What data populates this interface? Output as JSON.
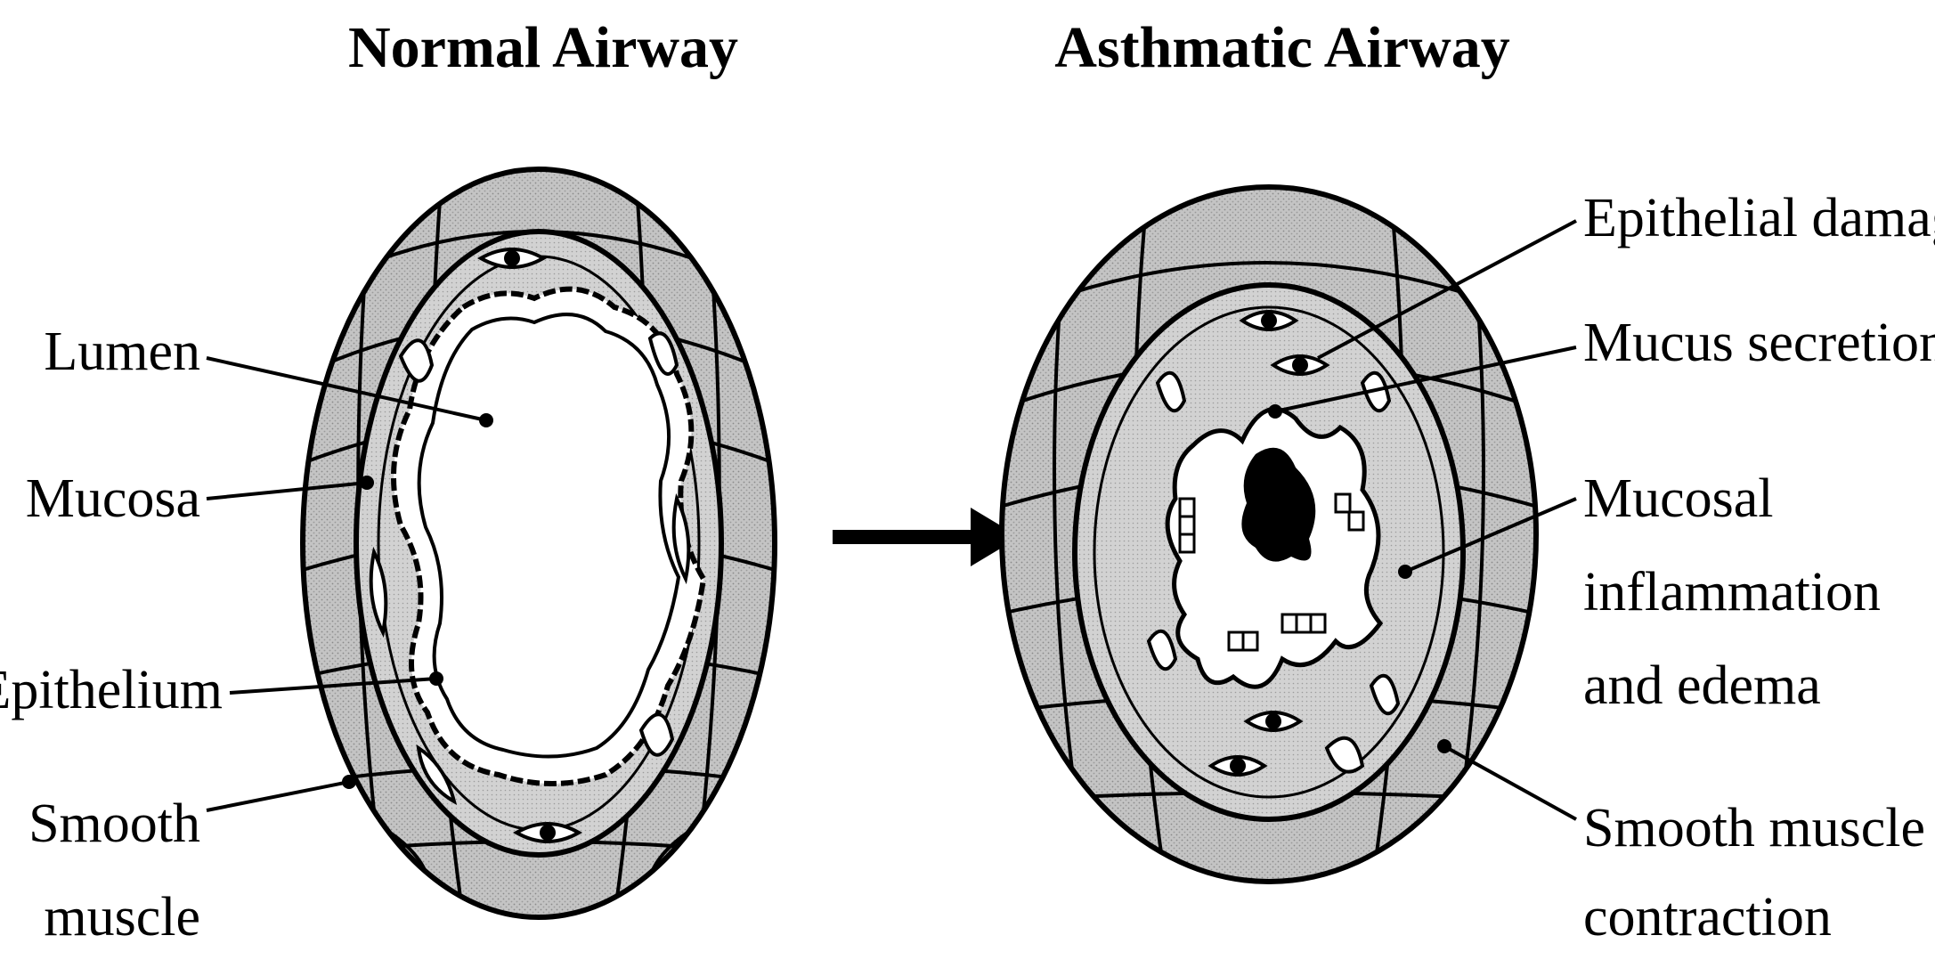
{
  "titles": {
    "left": "Normal Airway",
    "right": "Asthmatic Airway"
  },
  "left_labels": {
    "lumen": "Lumen",
    "mucosa": "Mucosa",
    "epithelium": "Epithelium",
    "smooth_muscle_line1": "Smooth",
    "smooth_muscle_line2": "muscle"
  },
  "right_labels": {
    "epithelial_damage": "Epithelial damage",
    "mucus_secretion": "Mucus secretion",
    "mucosal_line1": "Mucosal",
    "mucosal_line2": "inflammation",
    "mucosal_line3": "and edema",
    "smooth_line1": "Smooth muscle",
    "smooth_line2": "contraction"
  },
  "colors": {
    "ink": "#000000",
    "tissue_fill": "#bdbdbd",
    "mucosa_fill": "#cfcfcf",
    "lumen_fill": "#ffffff",
    "mucus_fill": "#000000"
  }
}
